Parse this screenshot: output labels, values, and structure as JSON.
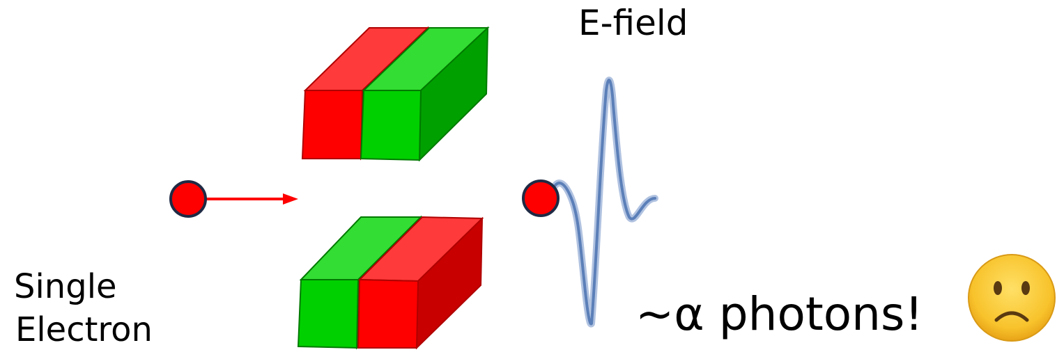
{
  "labels": {
    "efield": "E-field",
    "single": "Single",
    "electron": "Electron",
    "photons": "~α photons!"
  },
  "icons": {
    "emoji": "slightly-frowning-face-icon",
    "particle": "electron-dot-icon",
    "arrow": "motion-arrow-icon"
  },
  "colors": {
    "magnet_red_front": "#ff0000",
    "magnet_red_top": "#ff3a3a",
    "magnet_red_side": "#c80000",
    "magnet_green_front": "#00d000",
    "magnet_green_top": "#33dd33",
    "magnet_green_side": "#00a000",
    "electron": "#ff0000",
    "electron_outline": "#1f2a44",
    "arrow": "#ff0000",
    "wave": "#5b7fb8",
    "emoji_face": "#f8c32c"
  }
}
